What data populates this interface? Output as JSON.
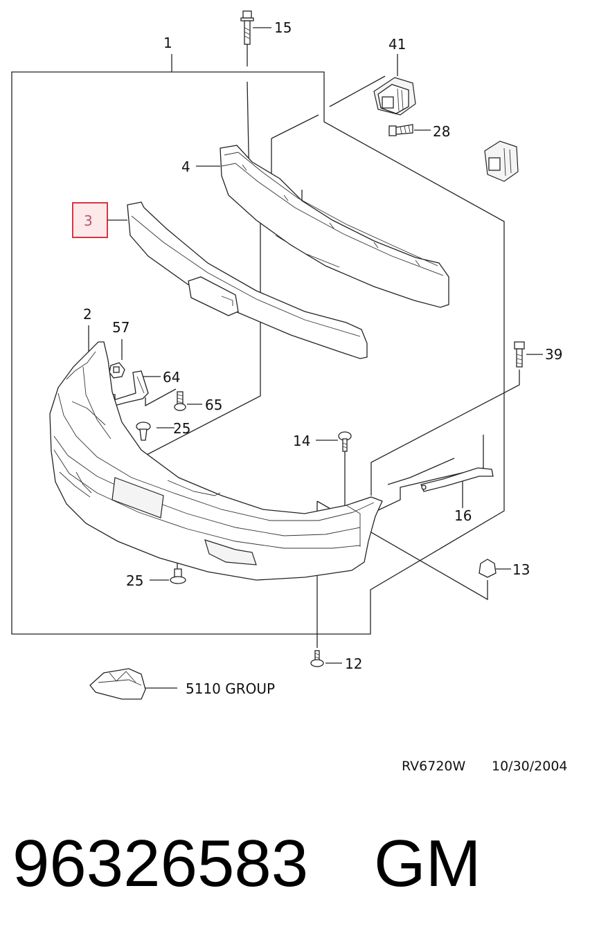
{
  "diagram": {
    "callouts": {
      "c1": "1",
      "c2": "2",
      "c3": "3",
      "c4": "4",
      "c12": "12",
      "c13": "13",
      "c14": "14",
      "c15": "15",
      "c16": "16",
      "c25a": "25",
      "c25b": "25",
      "c28": "28",
      "c39": "39",
      "c41": "41",
      "c57": "57",
      "c64": "64",
      "c65": "65"
    },
    "group_ref": "5110 GROUP",
    "highlighted_callout": "3",
    "highlight_color": "#d9343f",
    "highlight_fill": "#fde8ea"
  },
  "footer": {
    "drawing_code": "RV6720W",
    "date": "10/30/2004",
    "part_number": "96326583",
    "brand": "GM"
  }
}
